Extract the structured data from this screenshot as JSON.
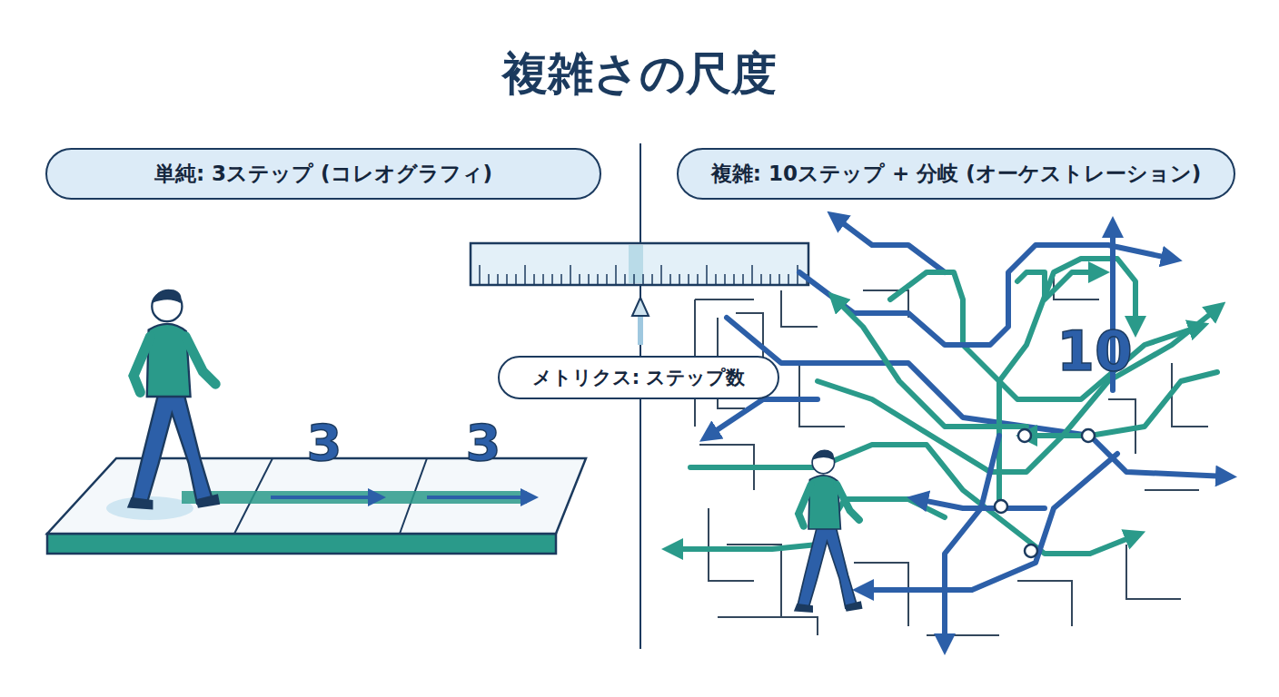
{
  "diagram": {
    "title": "複雑さの尺度",
    "nodes": [
      {
        "text": [
          "単純: 3ステップ (コレオグラフィ)"
        ]
      },
      {
        "text": [
          "複雑: 10ステップ + 分岐 (オーケストレーション)"
        ]
      },
      {
        "text": [
          "メトリクス: ステップ数"
        ]
      }
    ],
    "labels": [
      "3",
      "3",
      "10"
    ]
  }
}
